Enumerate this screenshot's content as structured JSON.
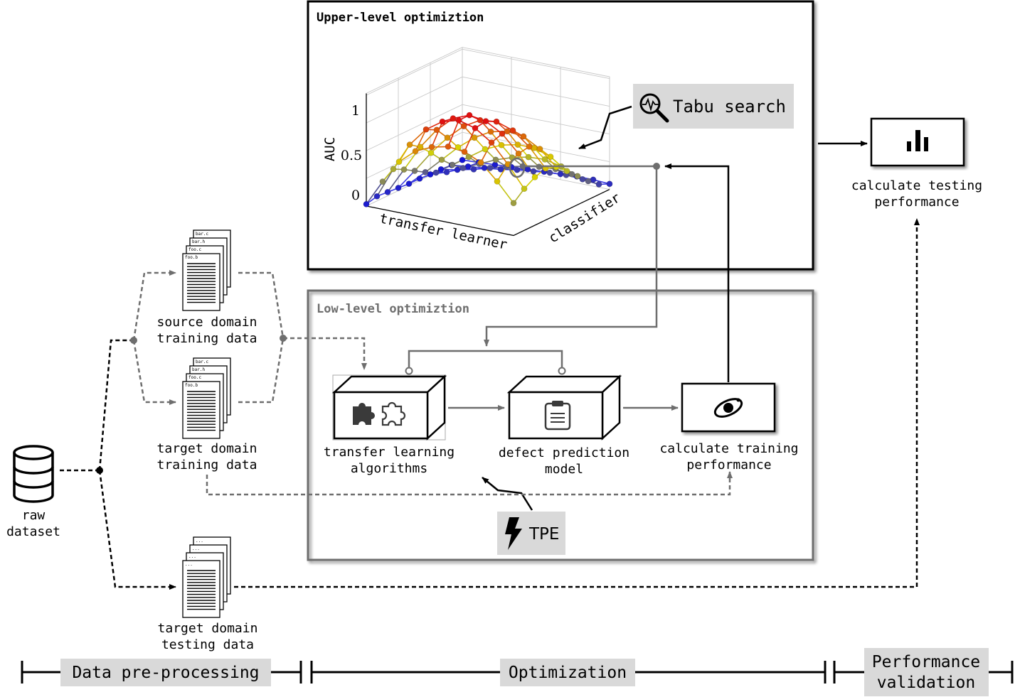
{
  "upper_box": {
    "title": "Upper-level optimiztion"
  },
  "lower_box": {
    "title": "Low-level optimiztion"
  },
  "chart": {
    "zlabel": "AUC",
    "xlabel": "transfer learner",
    "ylabel": "classifier",
    "zticks": [
      "0",
      "0.5",
      "1"
    ]
  },
  "chart_data": {
    "type": "surface",
    "zlabel": "AUC",
    "xlabel": "transfer learner",
    "ylabel": "classifier",
    "zlim": [
      0,
      1
    ],
    "zticks": [
      0,
      0.5,
      1
    ],
    "grid": true,
    "colormap": [
      "#1414d8",
      "#d8d800",
      "#e01010"
    ],
    "series": [
      {
        "values": [
          [
            0.02,
            0.3,
            0.55,
            0.7,
            0.78,
            0.82,
            0.8,
            0.72,
            0.55,
            0.35
          ],
          [
            0.05,
            0.38,
            0.68,
            0.88,
            1.0,
            1.05,
            1.0,
            0.88,
            0.68,
            0.45
          ],
          [
            0.04,
            0.32,
            0.6,
            0.82,
            0.98,
            1.05,
            1.02,
            0.92,
            0.74,
            0.52
          ],
          [
            0.03,
            0.25,
            0.48,
            0.68,
            0.84,
            0.94,
            0.96,
            0.9,
            0.76,
            0.56
          ],
          [
            0.02,
            0.18,
            0.35,
            0.52,
            0.66,
            0.76,
            0.8,
            0.78,
            0.68,
            0.52
          ],
          [
            0.02,
            0.12,
            0.24,
            0.36,
            0.48,
            0.56,
            0.6,
            0.6,
            0.54,
            0.42
          ],
          [
            0.01,
            0.07,
            0.15,
            0.23,
            0.31,
            0.37,
            0.41,
            0.42,
            0.38,
            0.31
          ],
          [
            0.01,
            0.04,
            0.08,
            0.13,
            0.18,
            0.22,
            0.25,
            0.26,
            0.24,
            0.2
          ],
          [
            0.0,
            0.02,
            0.04,
            0.06,
            0.09,
            0.11,
            0.13,
            0.14,
            0.13,
            0.11
          ],
          [
            0.0,
            0.01,
            0.02,
            0.03,
            0.04,
            0.05,
            0.06,
            0.07,
            0.07,
            0.06
          ]
        ]
      }
    ]
  },
  "tabu": {
    "label": "Tabu search"
  },
  "tpe": {
    "label": "TPE"
  },
  "data_nodes": {
    "raw": {
      "line1": "raw",
      "line2": "dataset"
    },
    "source": {
      "line1": "source domain",
      "line2": "training data"
    },
    "target_train": {
      "line1": "target domain",
      "line2": "training data"
    },
    "target_test": {
      "line1": "target domain",
      "line2": "testing data"
    }
  },
  "doc_files": [
    "bar.c",
    "bar.h",
    "foo.c",
    "foo.b"
  ],
  "test_files": [
    "...",
    "...",
    "...",
    "..."
  ],
  "process_nodes": {
    "transfer": {
      "line1": "transfer learning",
      "line2": "algorithms"
    },
    "defect": {
      "line1": "defect prediction",
      "line2": "model"
    },
    "train_perf": {
      "line1": "calculate training",
      "line2": "performance"
    },
    "test_perf": {
      "line1": "calculate testing",
      "line2": "performance"
    }
  },
  "phases": {
    "preprocess": "Data pre-processing",
    "optimization": "Optimization",
    "validation_line1": "Performance",
    "validation_line2": "validation"
  },
  "icons": {
    "database": "database-icon",
    "document": "document-stack-icon",
    "puzzle": "puzzle-pieces-icon",
    "clipboard": "clipboard-icon",
    "orbit": "orbit-icon",
    "chart": "bar-chart-icon",
    "search": "magnifier-pulse-icon",
    "bolt": "lightning-bolt-icon"
  },
  "colors": {
    "box_dark": "#000000",
    "box_gray": "#6e6e6e",
    "label_bg": "#d9d9d9",
    "surface_low": "#1414d8",
    "surface_mid": "#d8d800",
    "surface_high": "#e01010"
  }
}
